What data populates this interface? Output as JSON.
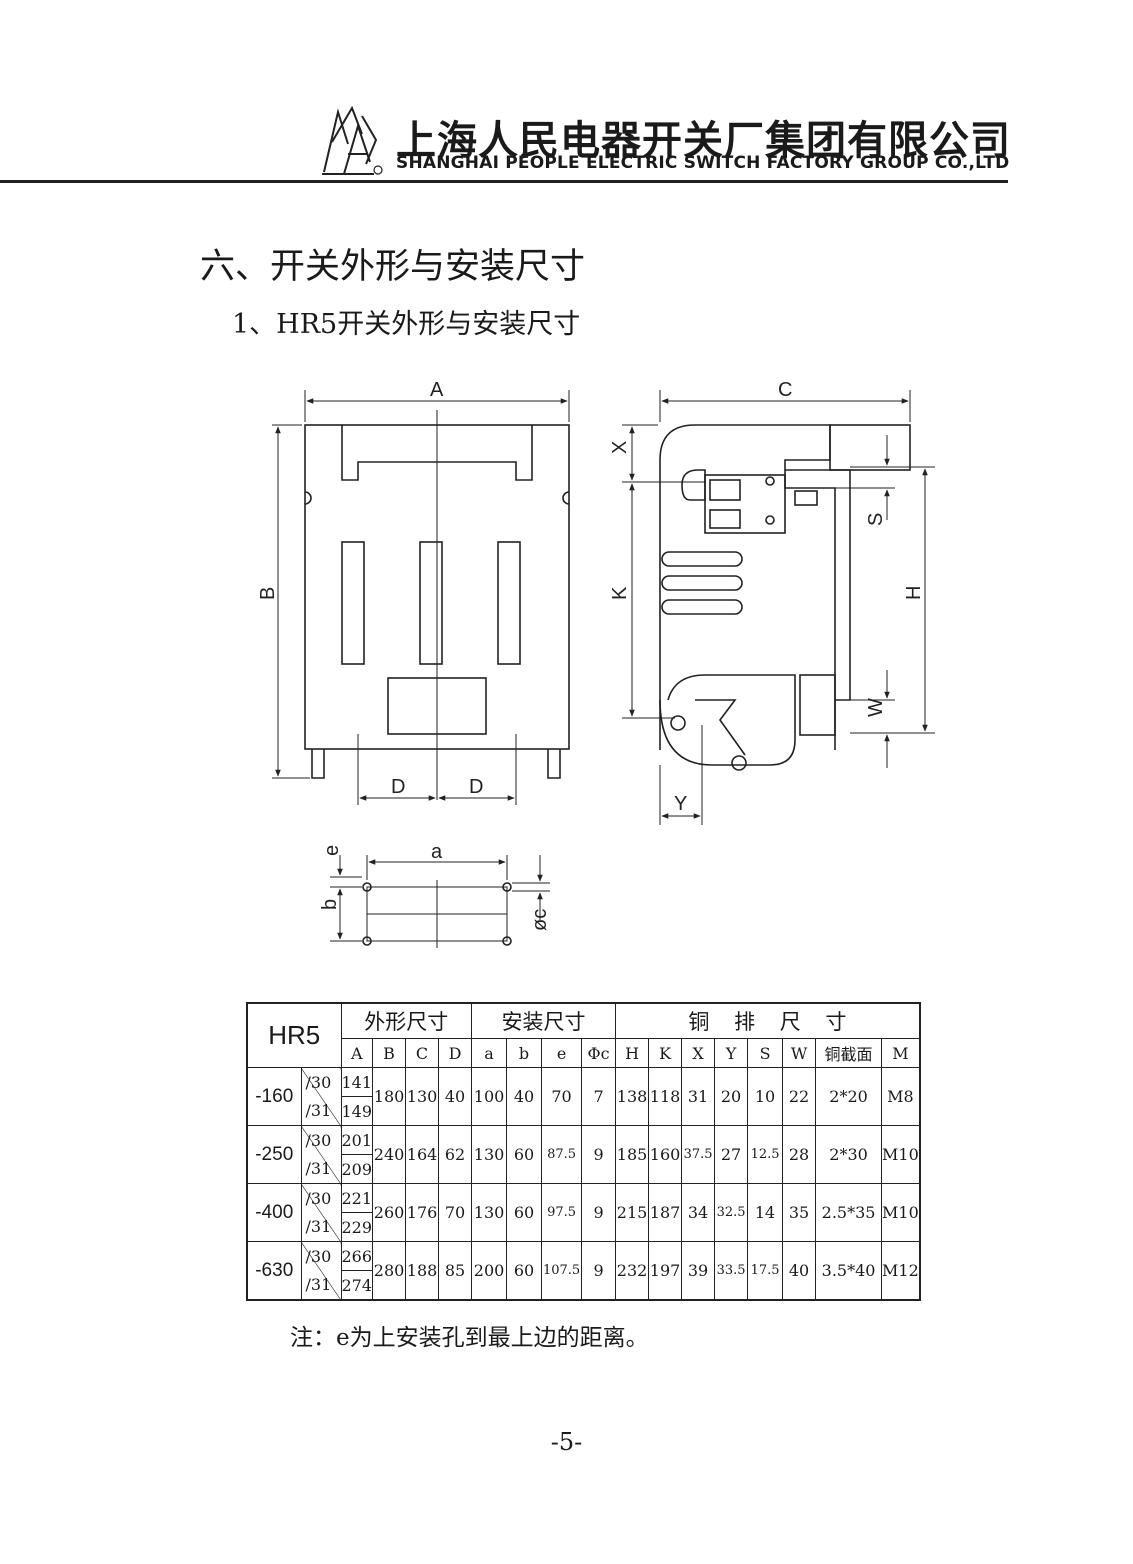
{
  "header": {
    "company_cn": "上海人民电器开关厂集团有限公司",
    "company_en": "SHANGHAI PEOPLE ELECTRIC SWITCH FACTORY GROUP CO.,LTD"
  },
  "section_title": "六、开关外形与安装尺寸",
  "sub_title": "1、HR5开关外形与安装尺寸",
  "drawing_labels": {
    "A": "A",
    "B": "B",
    "C": "C",
    "D": "D",
    "H": "H",
    "K": "K",
    "X": "X",
    "Y": "Y",
    "S": "S",
    "W": "W",
    "a": "a",
    "b": "b",
    "e": "e",
    "phic": "øc"
  },
  "table": {
    "model": "HR5",
    "groups": [
      "外形尺寸",
      "安装尺寸",
      "铜 排 尺 寸"
    ],
    "columns": [
      "A",
      "B",
      "C",
      "D",
      "a",
      "b",
      "e",
      "Φc",
      "H",
      "K",
      "X",
      "Y",
      "S",
      "W",
      "铜截面",
      "M"
    ],
    "rows": [
      {
        "model": "-160",
        "v1": "/30",
        "a1": "141",
        "v2": "/31",
        "a2": "149",
        "cells": [
          "180",
          "130",
          "40",
          "100",
          "40",
          "70",
          "7",
          "138",
          "118",
          "31",
          "20",
          "10",
          "22",
          "2*20",
          "M8"
        ]
      },
      {
        "model": "-250",
        "v1": "/30",
        "a1": "201",
        "v2": "/31",
        "a2": "209",
        "cells": [
          "240",
          "164",
          "62",
          "130",
          "60",
          "87.5",
          "9",
          "185",
          "160",
          "37.5",
          "27",
          "12.5",
          "28",
          "2*30",
          "M10"
        ]
      },
      {
        "model": "-400",
        "v1": "/30",
        "a1": "221",
        "v2": "/31",
        "a2": "229",
        "cells": [
          "260",
          "176",
          "70",
          "130",
          "60",
          "97.5",
          "9",
          "215",
          "187",
          "34",
          "32.5",
          "14",
          "35",
          "2.5*35",
          "M10"
        ]
      },
      {
        "model": "-630",
        "v1": "/30",
        "a1": "266",
        "v2": "/31",
        "a2": "274",
        "cells": [
          "280",
          "188",
          "85",
          "200",
          "60",
          "107.5",
          "9",
          "232",
          "197",
          "39",
          "33.5",
          "17.5",
          "40",
          "3.5*40",
          "M12"
        ]
      }
    ]
  },
  "note": "注：e为上安装孔到最上边的距离。",
  "page_number": "-5-"
}
